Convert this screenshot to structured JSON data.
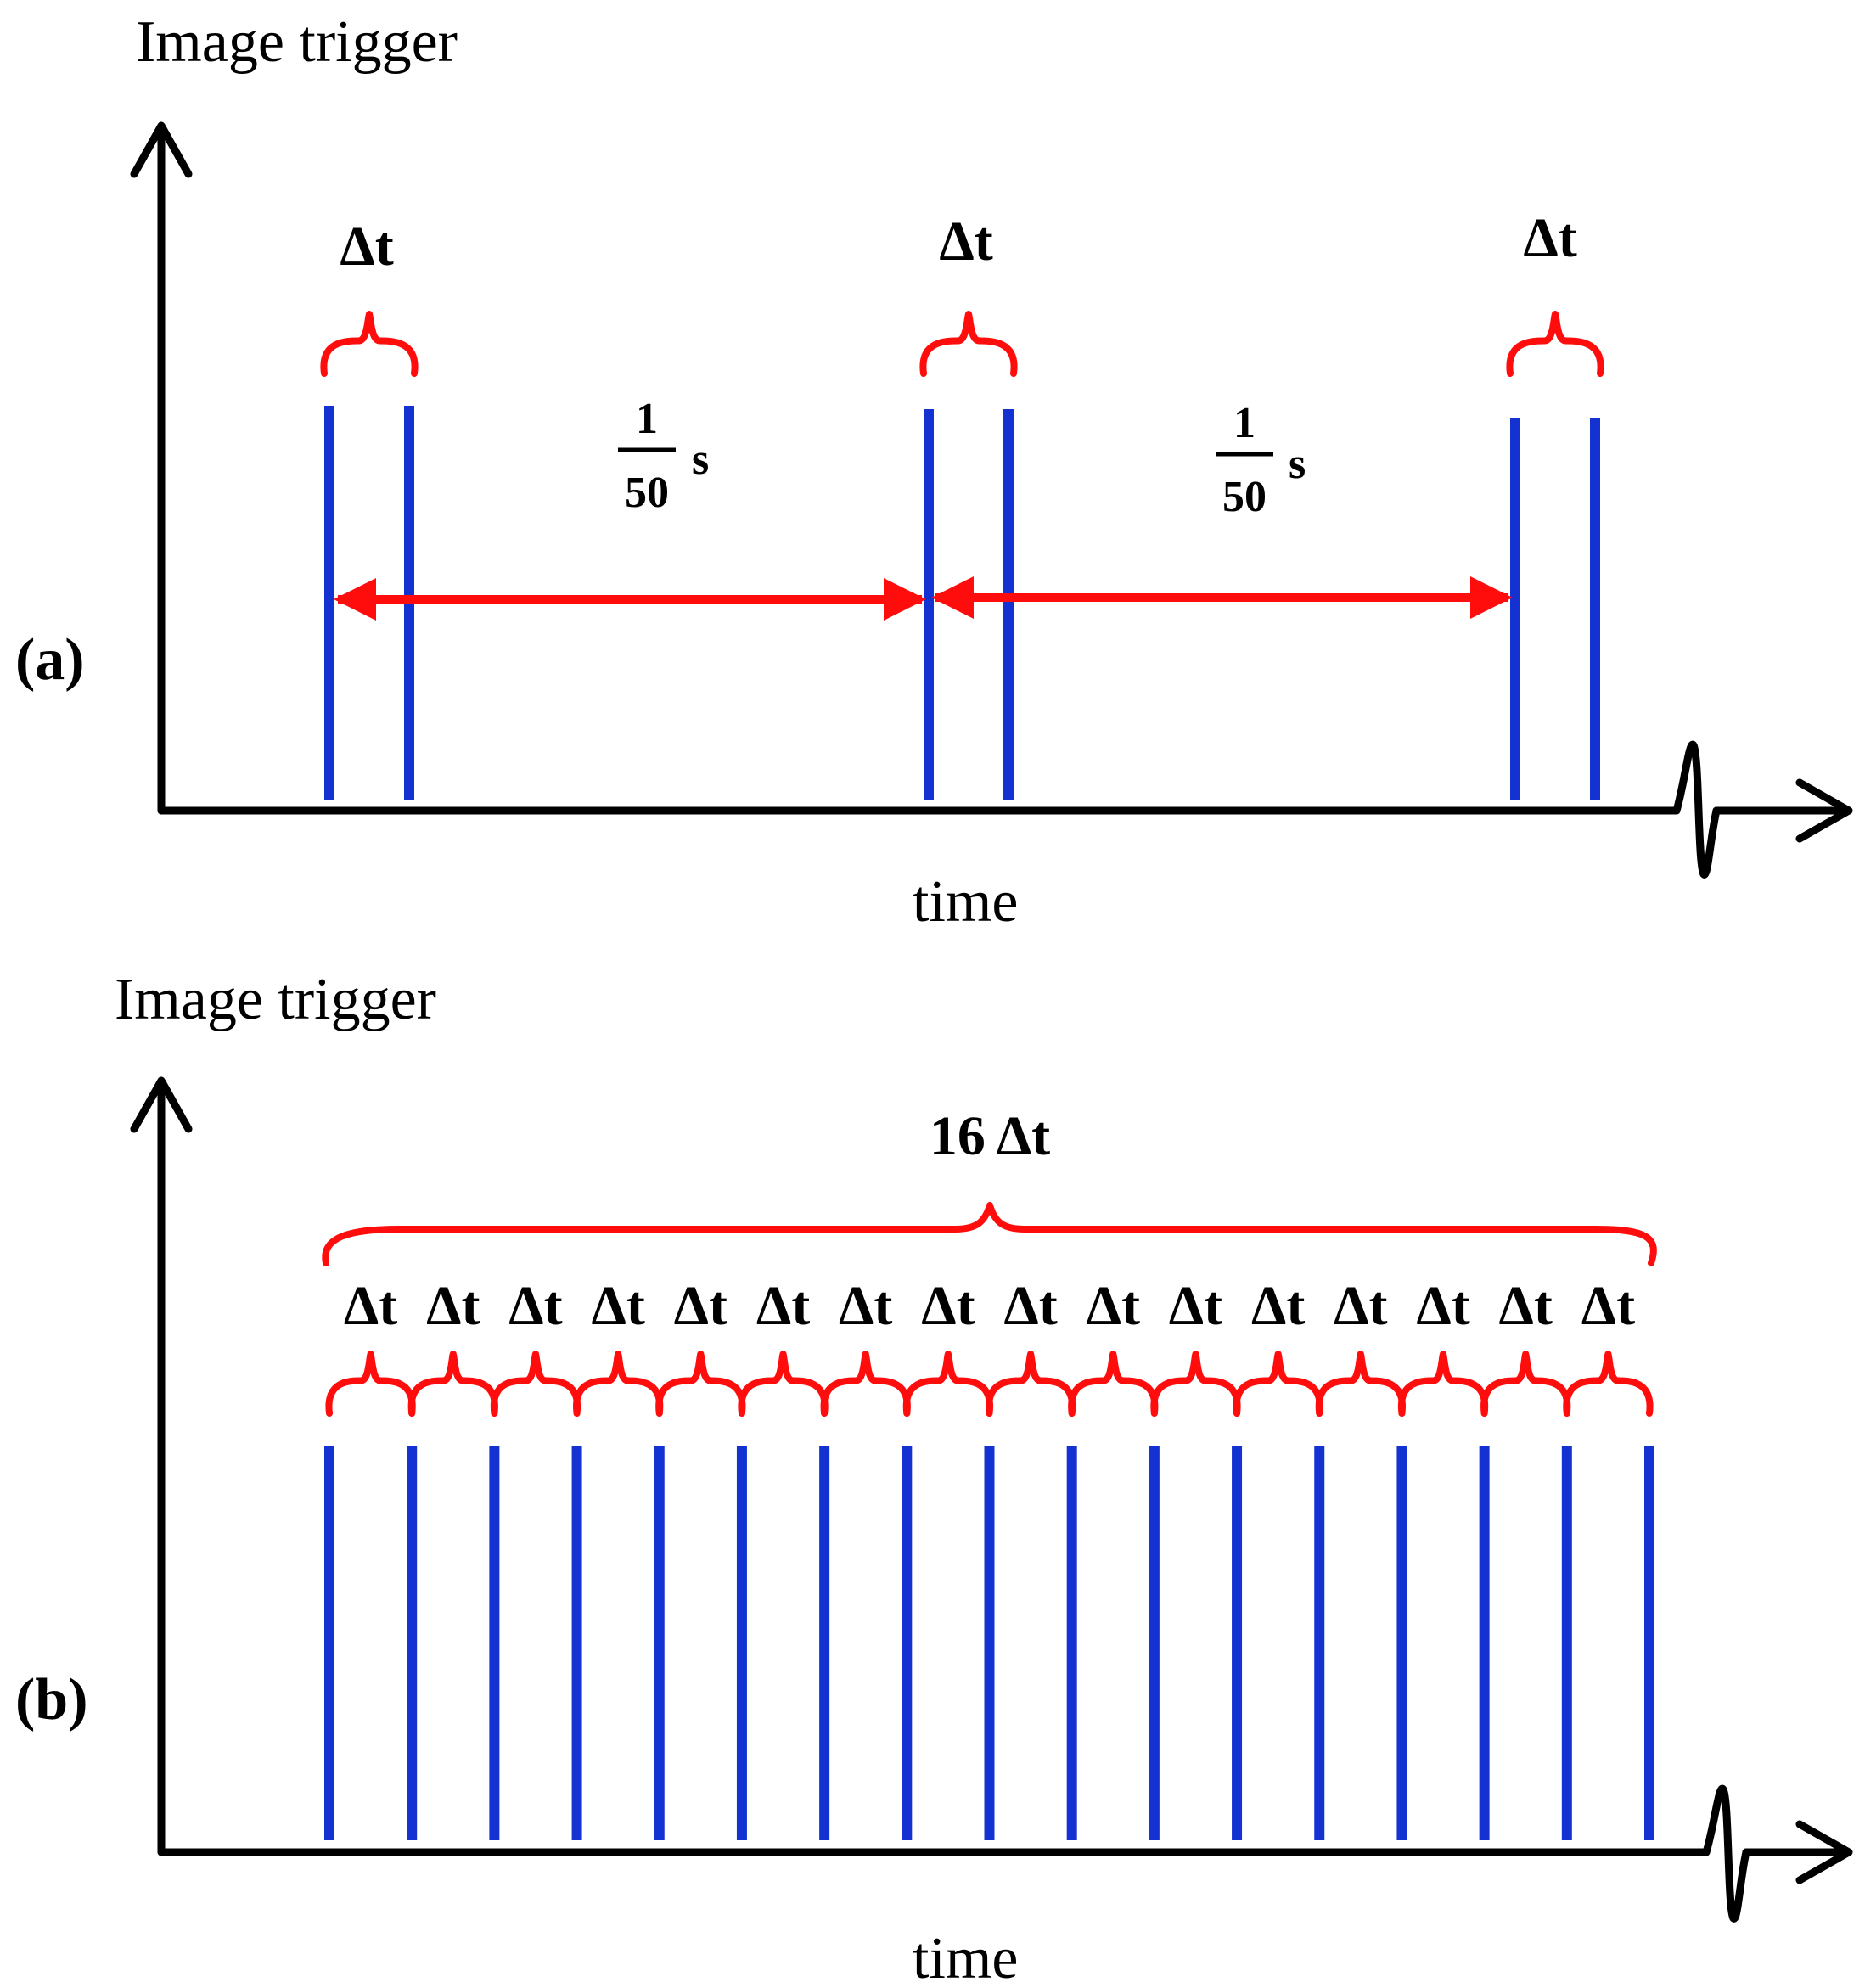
{
  "colors": {
    "pulse": "#1432d2",
    "annotation": "#ff0d0d",
    "axis": "#000000"
  },
  "panel_a": {
    "label": "(a)",
    "y_label": "Image trigger",
    "x_label": "time",
    "pair_labels": [
      "Δt",
      "Δt",
      "Δt"
    ],
    "interval": {
      "numerator": "1",
      "denominator": "50",
      "unit": "s"
    },
    "pulse_count": 6
  },
  "panel_b": {
    "label": "(b)",
    "y_label": "Image trigger",
    "x_label": "time",
    "total_label": "16 Δt",
    "step_label": "Δt",
    "step_count": 16,
    "pulse_count": 17
  }
}
